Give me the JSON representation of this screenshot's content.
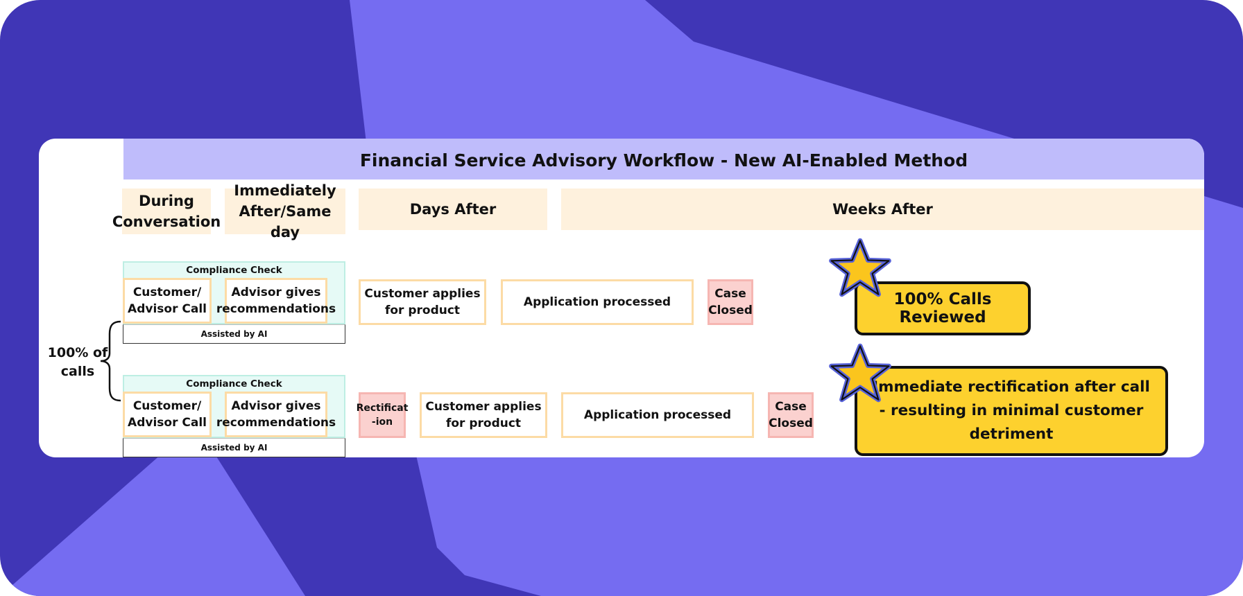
{
  "title": "Financial Service Advisory Workflow - New AI-Enabled Method",
  "phases": {
    "during": "During Conversation",
    "immediately": "Immediately After/Same day",
    "days": "Days After",
    "weeks": "Weeks After"
  },
  "total_calls_label": "100% of calls",
  "rows": [
    {
      "compliance_check": "Compliance Check",
      "call": "Customer/ Advisor Call",
      "recommend": "Advisor gives recommendations",
      "assisted": "Assisted by AI",
      "applies": "Customer applies for product",
      "processed": "Application processed",
      "closed": "Case Closed",
      "callout": "100% Calls Reviewed"
    },
    {
      "compliance_check": "Compliance Check",
      "call": "Customer/ Advisor Call",
      "recommend": "Advisor gives recommendations",
      "assisted": "Assisted by AI",
      "rectification": "Rectificat -ion",
      "applies": "Customer applies for product",
      "processed": "Application processed",
      "closed": "Case Closed",
      "callout": "Immediate rectification after call - resulting in minimal customer detriment"
    }
  ],
  "colors": {
    "outer_background": "#4036b6",
    "background_shapes": "#756cf1",
    "title_bar": "#bfbcfb",
    "phase_header": "#fef1dd",
    "compliance_check": "#e6faf6",
    "step_border": "#fcdba5",
    "closed_fill": "#fbd1cf",
    "callout_fill": "#fdd12e",
    "star_fill": "#fbc51d",
    "star_outline": "#5863d9"
  },
  "icons": [
    "star-icon",
    "brace-icon"
  ]
}
